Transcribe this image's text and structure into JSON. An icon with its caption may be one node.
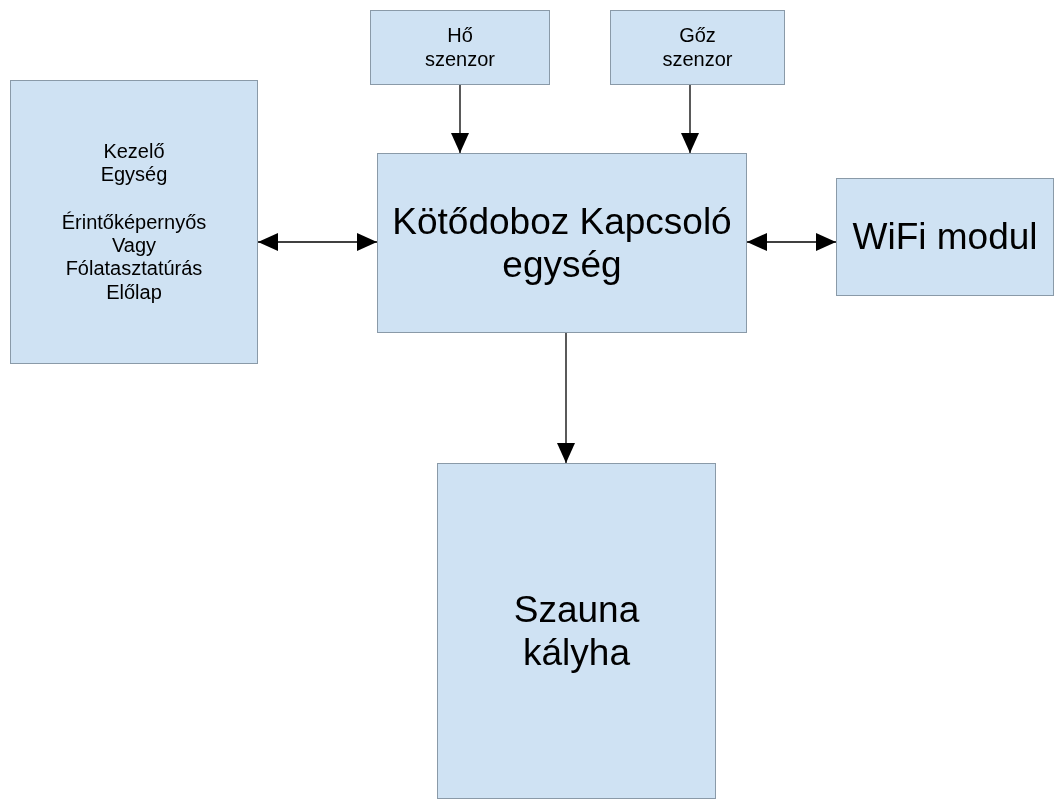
{
  "diagram": {
    "nodes": [
      {
        "text": [
          "Hő szenzor"
        ]
      },
      {
        "text": [
          "Gőz szenzor"
        ]
      },
      {
        "text": [
          "Kezelő Egység",
          "Érintőképernyős Vagy Fólatasztatúrás Előlap"
        ]
      },
      {
        "text": [
          "Kötődoboz Kapcsoló egység"
        ]
      },
      {
        "text": [
          "WiFi modul"
        ]
      },
      {
        "text": [
          "Szauna kályha"
        ]
      }
    ],
    "edges": [
      {
        "from": 0,
        "to": 3,
        "arrow": "to"
      },
      {
        "from": 1,
        "to": 3,
        "arrow": "to"
      },
      {
        "from": 2,
        "to": 3,
        "arrow": "both"
      },
      {
        "from": 3,
        "to": 4,
        "arrow": "both"
      },
      {
        "from": 3,
        "to": 5,
        "arrow": "to"
      }
    ]
  }
}
